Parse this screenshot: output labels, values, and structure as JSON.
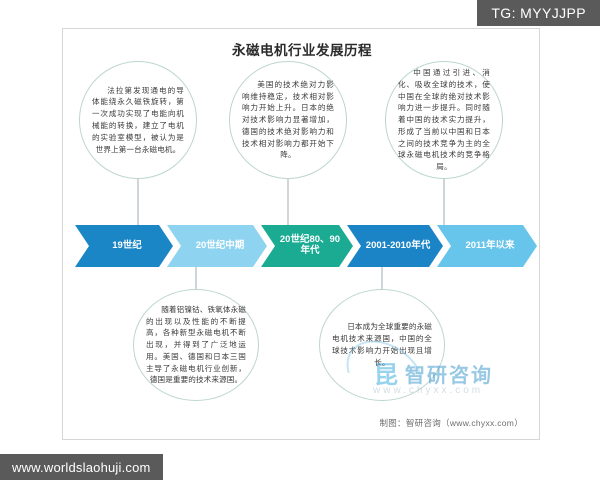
{
  "card": {
    "title": "永磁电机行业发展历程",
    "credit": "制图：智研咨询（www.chyxx.com）"
  },
  "watermark": {
    "mark_glyph": "昆",
    "name": "智研咨询",
    "url": "www.chyxx.com"
  },
  "overlay": {
    "tg_label": "TG: MYYJJPP",
    "site_label": "www.worldslaohuji.com"
  },
  "colors": {
    "stage_1": "#1a86c6",
    "stage_2": "#8ed3ef",
    "stage_3": "#1aab92",
    "stage_4": "#1a84c6",
    "stage_5": "#67c4ea",
    "bubble_border": "#bdd6cf",
    "connector": "#cfd6da",
    "overlay_bar": "#5a5a5a"
  },
  "timeline": {
    "stages": [
      {
        "label": "19世纪",
        "color": "#1a86c6",
        "text_color": "#ffffff"
      },
      {
        "label": "20世纪中期",
        "color": "#8ed3ef",
        "text_color": "#ffffff"
      },
      {
        "label": "20世纪80、90年代",
        "color": "#1aab92",
        "text_color": "#ffffff"
      },
      {
        "label": "2001-2010年代",
        "color": "#1a84c6",
        "text_color": "#ffffff"
      },
      {
        "label": "2011年以来",
        "color": "#67c4ea",
        "text_color": "#ffffff"
      }
    ]
  },
  "callouts": [
    {
      "position": "top",
      "stage_index": 0,
      "text": "法拉第发现通电的导体能绕永久磁铁旋转，第一次成功实现了电能向机械能的转换，建立了电机的实验室模型，被认为是世界上第一台永磁电机。"
    },
    {
      "position": "top",
      "stage_index": 2,
      "text": "美国的技术绝对力影响维持稳定，技术相对影响力开始上升。日本的绝对技术影响力显著增加，德国的技术绝对影响力和技术相对影响力都开始下降。"
    },
    {
      "position": "top",
      "stage_index": 4,
      "text": "中国通过引进、消化、吸收全球的技术，使中国在全球的绝对技术影响力进一步提升。同时随着中国的技术实力提升，形成了当前以中国和日本之间的技术竞争为主的全球永磁电机技术的竞争格局。"
    },
    {
      "position": "bottom",
      "stage_index": 1,
      "text": "随着铝镍钴、铁氧体永磁的出现以及性能的不断提高，各种新型永磁电机不断出现，并得到了广泛地运用。美国、德国和日本三国主导了永磁电机行业创新，德国是重要的技术来源国。"
    },
    {
      "position": "bottom",
      "stage_index": 3,
      "text": "日本成为全球重要的永磁电机技术来源国，中国的全球技术影响力开始出现且增长。"
    }
  ]
}
